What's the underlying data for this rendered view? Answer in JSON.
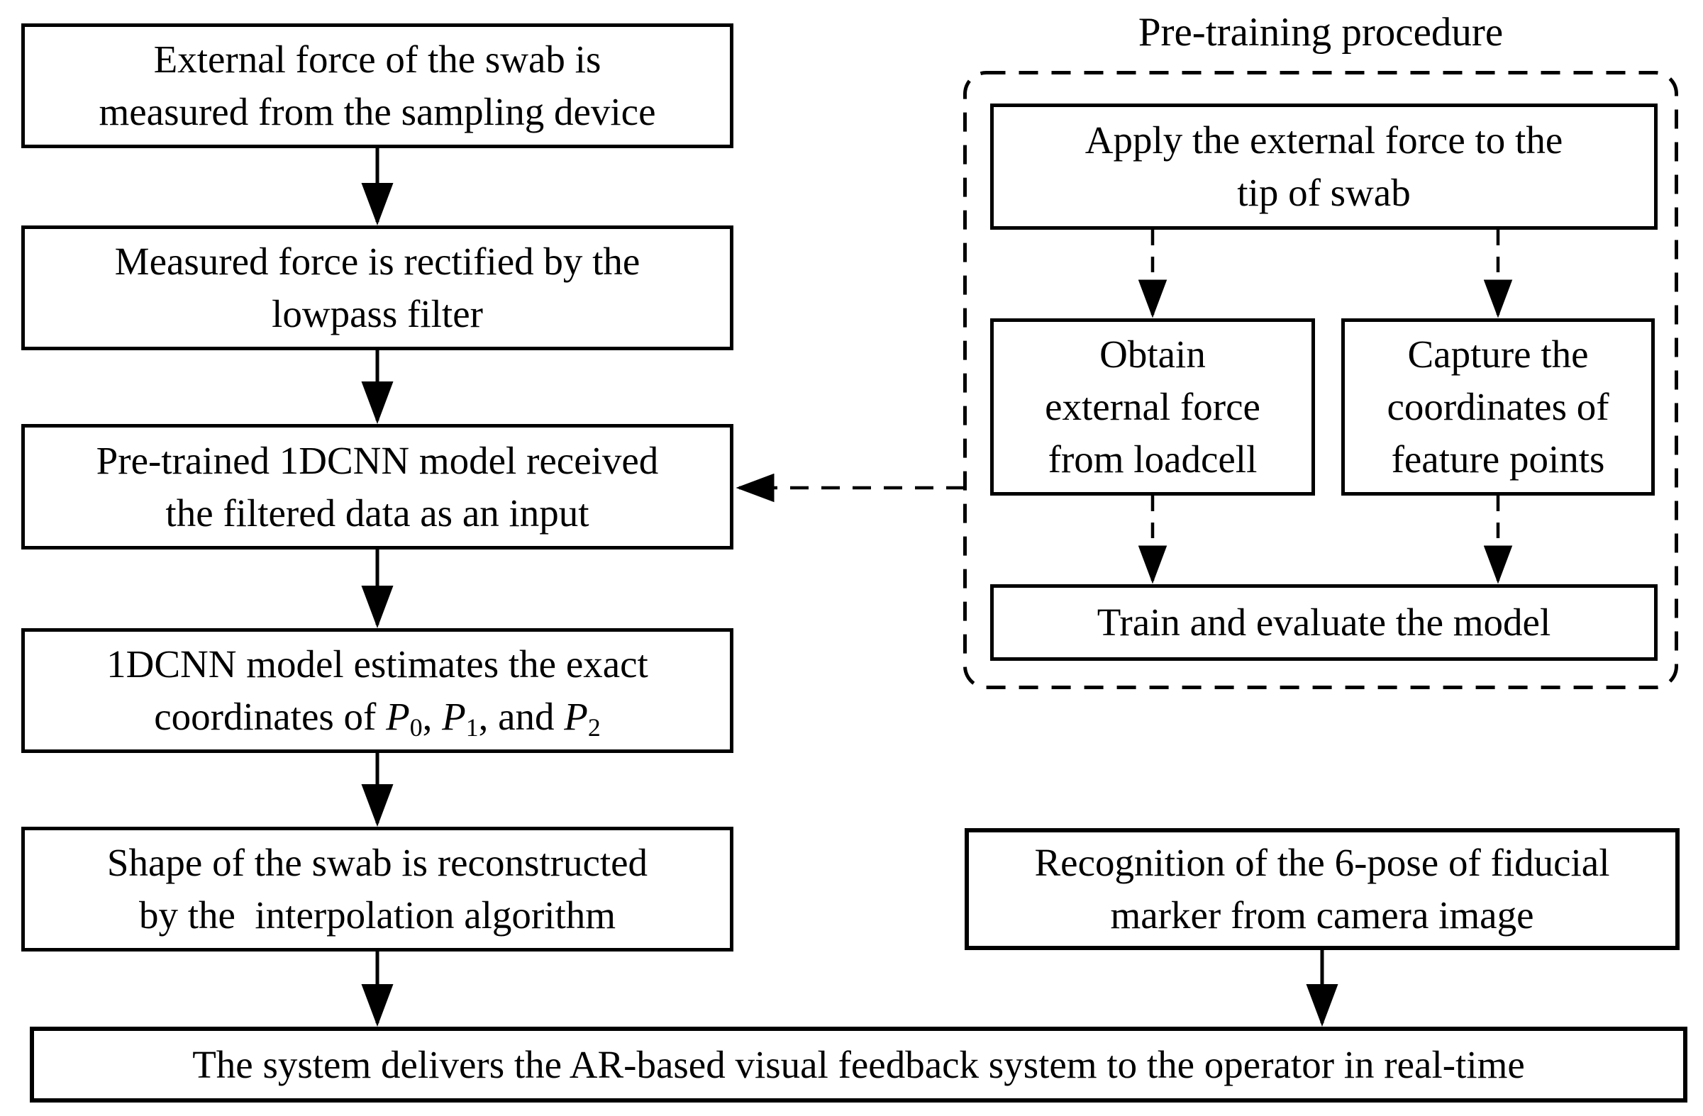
{
  "colors": {
    "ink": "#000000",
    "paper": "#ffffff"
  },
  "left_flow": {
    "box1": {
      "line1": "External force of the swab is",
      "line2": "measured from the sampling device"
    },
    "box2": {
      "line1": "Measured force is rectified by the",
      "line2": "lowpass filter"
    },
    "box3": {
      "line1": "Pre-trained 1DCNN model received",
      "line2": "the filtered data as an input"
    },
    "box4": {
      "line1": "1DCNN model estimates the exact",
      "line2": {
        "t1": "coordinates of ",
        "p0": "P",
        "s0": "0",
        "c1": ", ",
        "p1": "P",
        "s1": "1",
        "c2": ", and ",
        "p2": "P",
        "s2": "2"
      }
    },
    "box5": {
      "line1": "Shape of the swab is reconstructed",
      "line2": "by the  interpolation algorithm"
    }
  },
  "pretraining": {
    "title": "Pre-training procedure",
    "apply": {
      "line1": "Apply the external force to the",
      "line2": "tip of swab"
    },
    "obtain": {
      "line1": "Obtain",
      "line2": "external force",
      "line3": "from loadcell"
    },
    "capture": {
      "line1": "Capture the",
      "line2": "coordinates of",
      "line3": "feature points"
    },
    "train": {
      "line1": "Train and evaluate the model"
    }
  },
  "recognition": {
    "line1": "Recognition of the 6-pose of fiducial",
    "line2": "marker from camera image"
  },
  "output": {
    "line1": "The system delivers the AR-based visual feedback system to the operator in real-time"
  }
}
